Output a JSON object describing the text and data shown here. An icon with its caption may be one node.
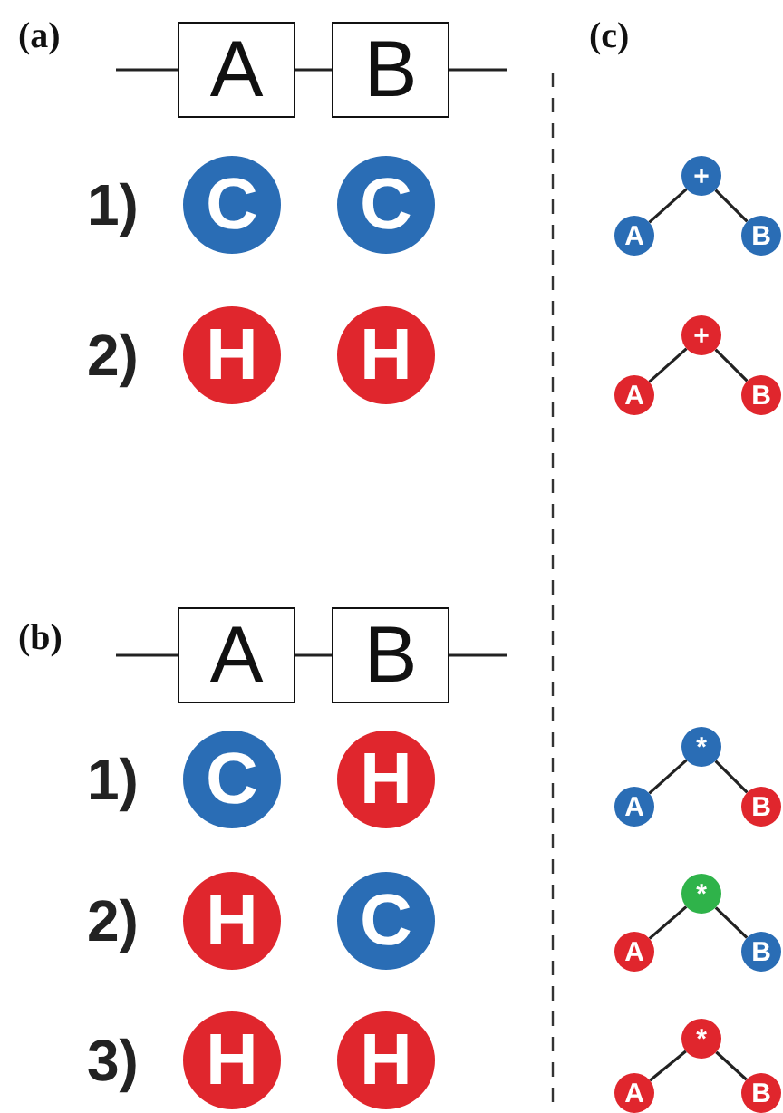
{
  "diagram": {
    "nodes": [
      {
        "text": [
          "A"
        ]
      },
      {
        "text": [
          "B"
        ]
      },
      {
        "text": [
          "C"
        ]
      },
      {
        "text": [
          "C"
        ]
      },
      {
        "text": [
          "H"
        ]
      },
      {
        "text": [
          "H"
        ]
      },
      {
        "text": [
          "+"
        ]
      },
      {
        "text": [
          "A"
        ]
      },
      {
        "text": [
          "B"
        ]
      },
      {
        "text": [
          "+"
        ]
      },
      {
        "text": [
          "A"
        ]
      },
      {
        "text": [
          "B"
        ]
      },
      {
        "text": [
          "A"
        ]
      },
      {
        "text": [
          "B"
        ]
      },
      {
        "text": [
          "C"
        ]
      },
      {
        "text": [
          "H"
        ]
      },
      {
        "text": [
          "H"
        ]
      },
      {
        "text": [
          "C"
        ]
      },
      {
        "text": [
          "H"
        ]
      },
      {
        "text": [
          "H"
        ]
      },
      {
        "text": [
          "*"
        ]
      },
      {
        "text": [
          "A"
        ]
      },
      {
        "text": [
          "B"
        ]
      },
      {
        "text": [
          "*"
        ]
      },
      {
        "text": [
          "A"
        ]
      },
      {
        "text": [
          "B"
        ]
      },
      {
        "text": [
          "*"
        ]
      },
      {
        "text": [
          "A"
        ]
      },
      {
        "text": [
          "B"
        ]
      }
    ],
    "edges": [
      {
        "from": null,
        "to": 0,
        "arrow": "none"
      },
      {
        "from": 0,
        "to": 1,
        "arrow": "none"
      },
      {
        "from": 1,
        "to": null,
        "arrow": "none"
      },
      {
        "from": 6,
        "to": 7,
        "arrow": "none"
      },
      {
        "from": 6,
        "to": 8,
        "arrow": "none"
      },
      {
        "from": 9,
        "to": 10,
        "arrow": "none"
      },
      {
        "from": 9,
        "to": 11,
        "arrow": "none"
      },
      {
        "from": null,
        "to": 12,
        "arrow": "none"
      },
      {
        "from": 12,
        "to": 13,
        "arrow": "none"
      },
      {
        "from": 13,
        "to": null,
        "arrow": "none"
      },
      {
        "from": 20,
        "to": 21,
        "arrow": "none"
      },
      {
        "from": 20,
        "to": 22,
        "arrow": "none"
      },
      {
        "from": 23,
        "to": 24,
        "arrow": "none"
      },
      {
        "from": 23,
        "to": 25,
        "arrow": "none"
      },
      {
        "from": 26,
        "to": 27,
        "arrow": "none"
      },
      {
        "from": 26,
        "to": 28,
        "arrow": "none"
      }
    ],
    "labels": [
      "(a)",
      "(c)",
      "1)",
      "2)",
      "(b)",
      "1)",
      "2)",
      "3)"
    ]
  }
}
